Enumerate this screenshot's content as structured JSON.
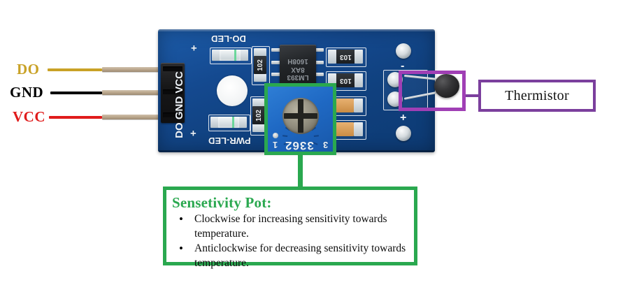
{
  "diagram": {
    "title": "Thermistor temperature sensor module (KY-013 style) annotated diagram",
    "background": "#ffffff"
  },
  "pin_labels": [
    {
      "name": "DO",
      "text": "DO",
      "color": "#c9a227",
      "wire_color": "#c9a227"
    },
    {
      "name": "GND",
      "text": "GND",
      "color": "#000000",
      "wire_color": "#000000"
    },
    {
      "name": "VCC",
      "text": "VCC",
      "color": "#e01b1b",
      "wire_color": "#e01b1b"
    }
  ],
  "board": {
    "color": "#14498f",
    "silkscreen": {
      "do_led": "DO-LED",
      "pwr_led": "PWR-LED",
      "plus_top": "+",
      "plus_bottom": "+",
      "pin_names": "DO GND VCC",
      "terminal_minus": "-",
      "terminal_plus": "+"
    },
    "components": {
      "ic": {
        "label": "LM393",
        "line2": "8AX",
        "line3": "1608H"
      },
      "resistors": [
        {
          "name": "resistor-r1",
          "code": "102"
        },
        {
          "name": "resistor-r2",
          "code": "102"
        },
        {
          "name": "resistor-r3",
          "code": "103"
        },
        {
          "name": "resistor-r4",
          "code": "103"
        }
      ],
      "potentiometer": {
        "code": "3362",
        "terminal_1": "1",
        "terminal_3": "3"
      },
      "leds": [
        {
          "name": "do-led",
          "label": "DO-LED"
        },
        {
          "name": "pwr-led",
          "label": "PWR-LED"
        }
      ]
    }
  },
  "callouts": {
    "thermistor": {
      "label": "Thermistor",
      "box_color": "#7b3f9d",
      "highlight_color": "#a03fb5"
    },
    "sensitivity_pot": {
      "heading": "Sensetivity Pot:",
      "heading_color": "#2aa84f",
      "box_color": "#2aa84f",
      "bullets": [
        "Clockwise for increasing sensitivity towards temperature.",
        "Anticlockwise for decreasing sensitivity towards temperature."
      ]
    }
  }
}
